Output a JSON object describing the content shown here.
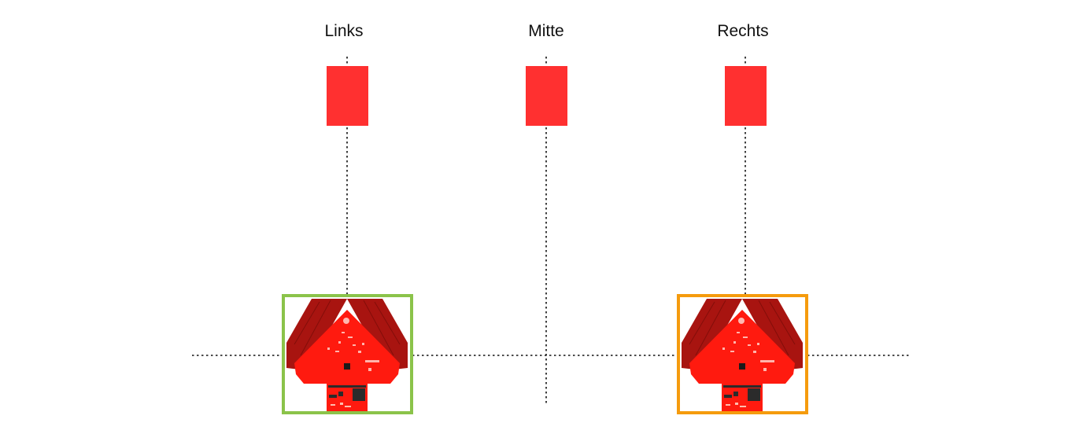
{
  "columns": [
    {
      "id": "left",
      "label": "Links"
    },
    {
      "id": "center",
      "label": "Mitte"
    },
    {
      "id": "right",
      "label": "Rechts"
    }
  ],
  "colors": {
    "target_block": "#ff3030",
    "board_red": "#ff1a0f",
    "board_dark": "#a81410",
    "frame_left": "#8bc34a",
    "frame_right": "#f59b0d",
    "dotted_line": "#111111"
  }
}
